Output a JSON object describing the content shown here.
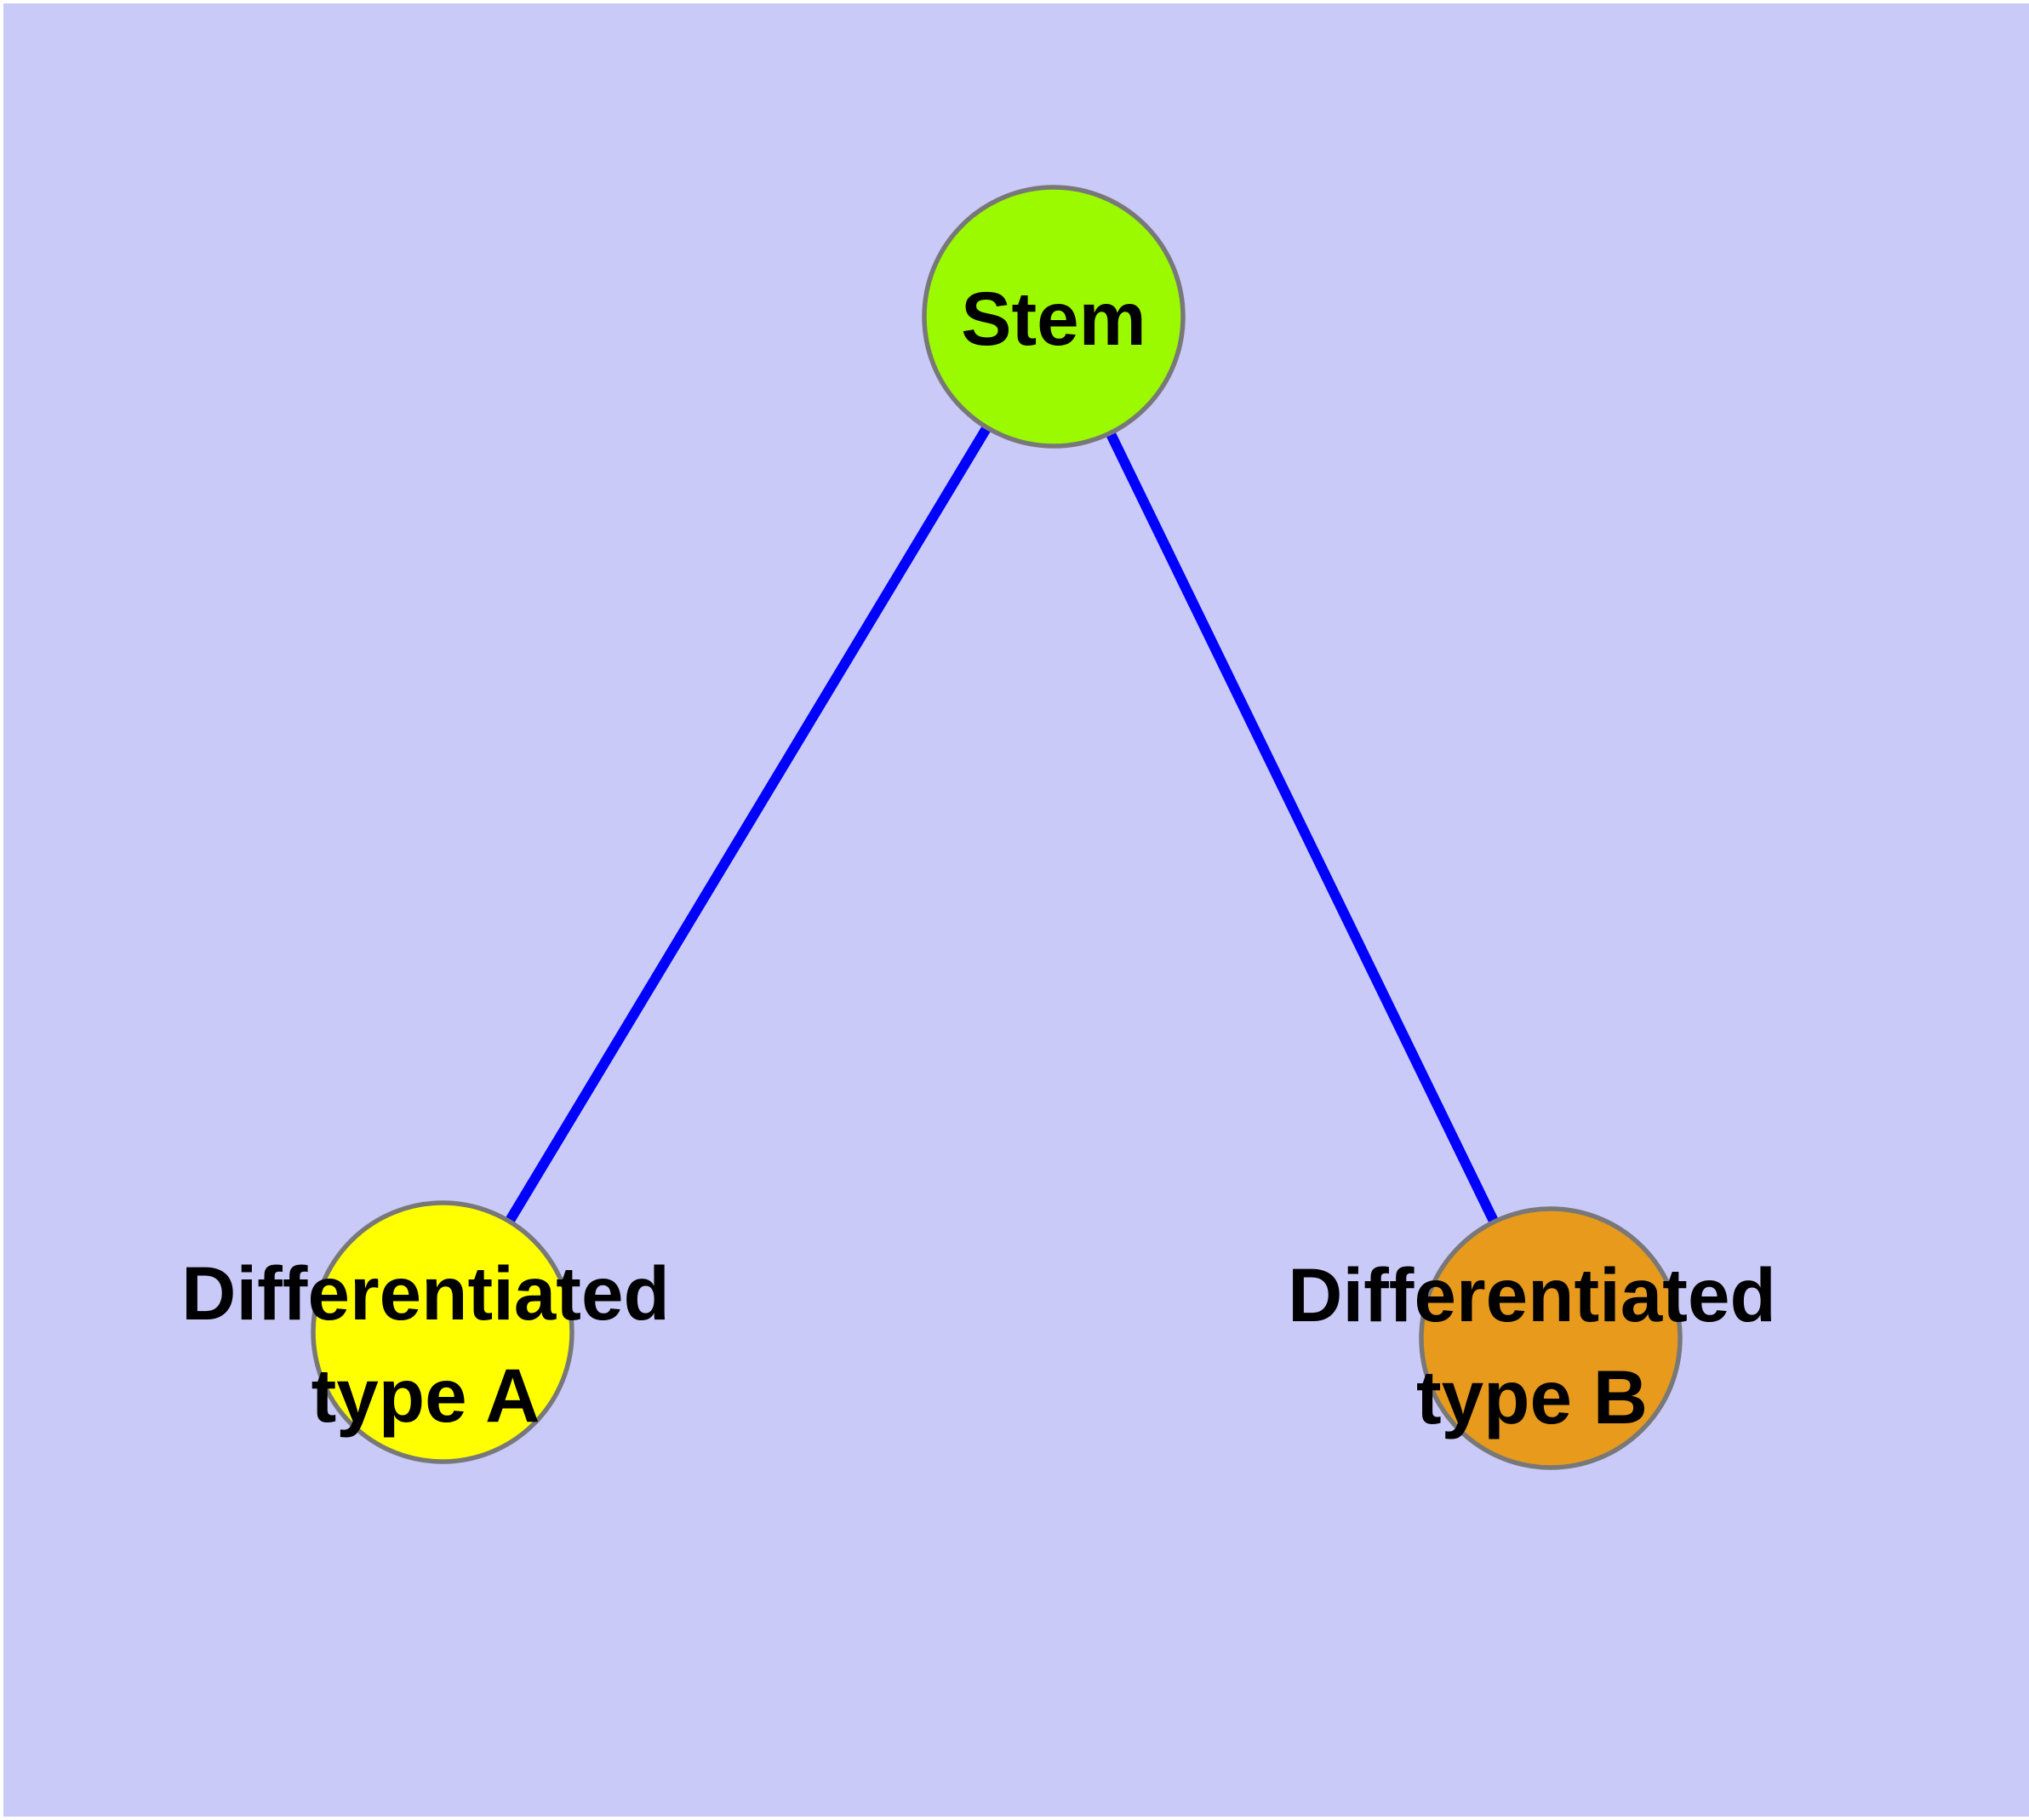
{
  "diagram": {
    "background_color": "#cacaf8",
    "page_color": "#ffffff",
    "edge_color": "#0000ff",
    "node_border_color": "#787878",
    "label_color": "#000000",
    "nodes": {
      "stem": {
        "id": "stem",
        "label": "Stem",
        "label_line1": "Stem",
        "fill": "#9bfa00"
      },
      "type_a": {
        "id": "type-a",
        "label": "Differentiated type A",
        "label_line1": "Differentiated",
        "label_line2": "type A",
        "fill": "#ffff00"
      },
      "type_b": {
        "id": "type-b",
        "label": "Differentiated type B",
        "label_line1": "Differentiated",
        "label_line2": "type B",
        "fill": "#e89a1d"
      }
    },
    "edges": [
      {
        "from": "Stem",
        "to": "Differentiated type A"
      },
      {
        "from": "Stem",
        "to": "Differentiated type B"
      }
    ]
  }
}
